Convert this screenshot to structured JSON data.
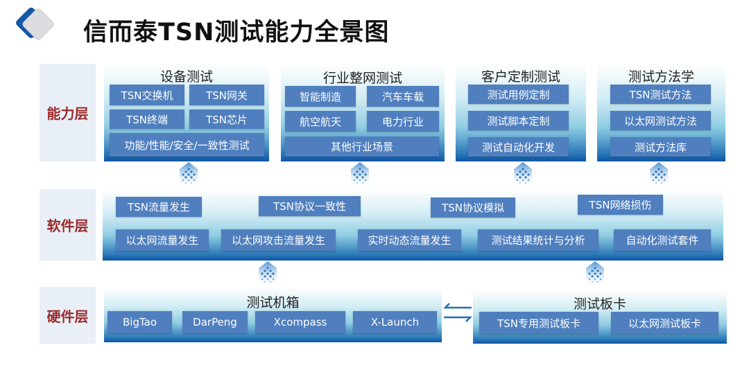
{
  "title": "信而泰TSN测试能力全景图",
  "layers": {
    "capability": "能力层",
    "software": "软件层",
    "hardware": "硬件层"
  },
  "capability": {
    "device": {
      "title": "设备测试",
      "items": [
        "TSN交换机",
        "TSN网关",
        "TSN终端",
        "TSN芯片",
        "功能/性能/安全/一致性测试"
      ]
    },
    "industry": {
      "title": "行业整网测试",
      "items": [
        "智能制造",
        "汽车车载",
        "航空航天",
        "电力行业",
        "其他行业场景"
      ]
    },
    "custom": {
      "title": "客户定制测试",
      "items": [
        "测试用例定制",
        "测试脚本定制",
        "测试自动化开发"
      ]
    },
    "method": {
      "title": "测试方法学",
      "items": [
        "TSN测试方法",
        "以太网测试方法",
        "测试方法库"
      ]
    }
  },
  "software": {
    "items": [
      "TSN流量发生",
      "TSN协议一致性",
      "TSN协议模拟",
      "TSN网络损伤",
      "以太网流量发生",
      "以太网攻击流量发生",
      "实时动态流量发生",
      "测试结果统计与分析",
      "自动化测试套件"
    ]
  },
  "hardware": {
    "chassis": {
      "title": "测试机箱",
      "items": [
        "BigTao",
        "DarPeng",
        "Xcompass",
        "X-Launch"
      ]
    },
    "cards": {
      "title": "测试板卡",
      "items": [
        "TSN专用测试板卡",
        "以太网测试板卡"
      ]
    }
  }
}
